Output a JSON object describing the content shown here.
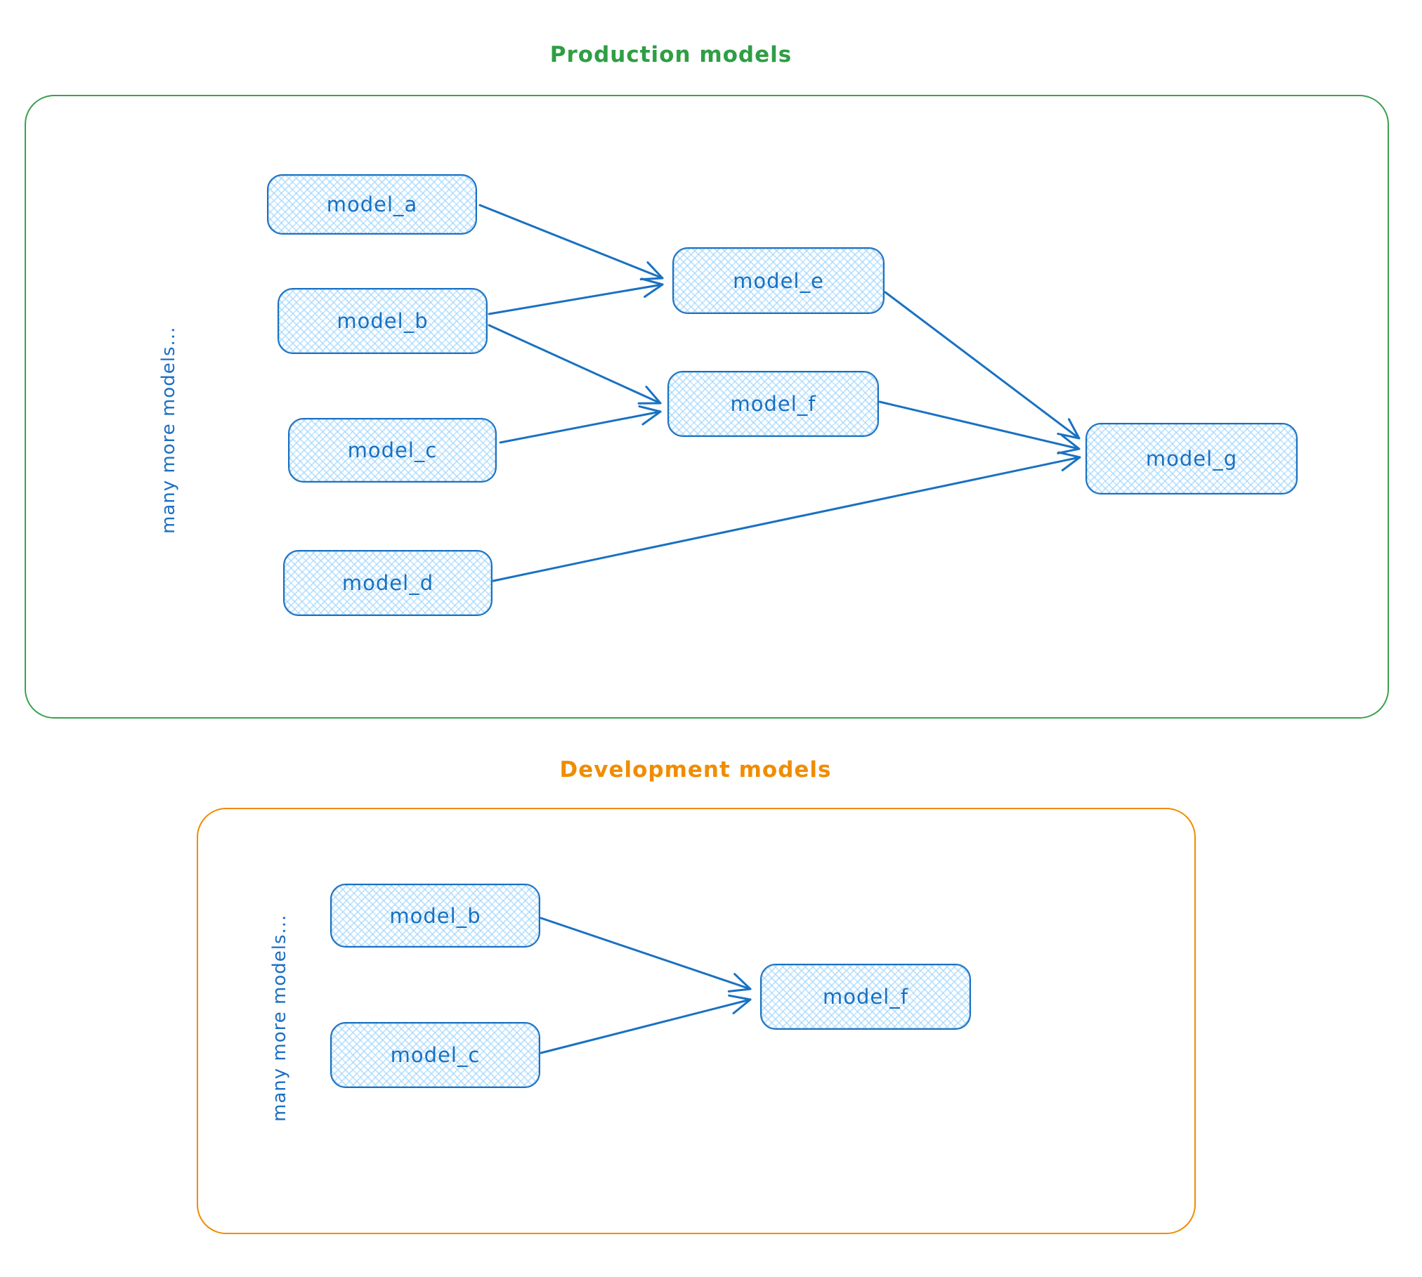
{
  "colors": {
    "node_stroke": "#1971c2",
    "node_fill": "#a5d8ff",
    "production_accent": "#2f9e44",
    "development_accent": "#f08c00",
    "background": "#ffffff"
  },
  "production": {
    "title": "Production models",
    "side_note": "many more models...",
    "nodes": [
      {
        "id": "model_a",
        "label": "model_a"
      },
      {
        "id": "model_b",
        "label": "model_b"
      },
      {
        "id": "model_c",
        "label": "model_c"
      },
      {
        "id": "model_d",
        "label": "model_d"
      },
      {
        "id": "model_e",
        "label": "model_e"
      },
      {
        "id": "model_f",
        "label": "model_f"
      },
      {
        "id": "model_g",
        "label": "model_g"
      }
    ],
    "edges": [
      {
        "from": "model_a",
        "to": "model_e"
      },
      {
        "from": "model_b",
        "to": "model_e"
      },
      {
        "from": "model_b",
        "to": "model_f"
      },
      {
        "from": "model_c",
        "to": "model_f"
      },
      {
        "from": "model_e",
        "to": "model_g"
      },
      {
        "from": "model_f",
        "to": "model_g"
      },
      {
        "from": "model_d",
        "to": "model_g"
      }
    ]
  },
  "development": {
    "title": "Development models",
    "side_note": "many more models...",
    "nodes": [
      {
        "id": "model_b",
        "label": "model_b"
      },
      {
        "id": "model_c",
        "label": "model_c"
      },
      {
        "id": "model_f",
        "label": "model_f"
      }
    ],
    "edges": [
      {
        "from": "model_b",
        "to": "model_f"
      },
      {
        "from": "model_c",
        "to": "model_f"
      }
    ]
  }
}
